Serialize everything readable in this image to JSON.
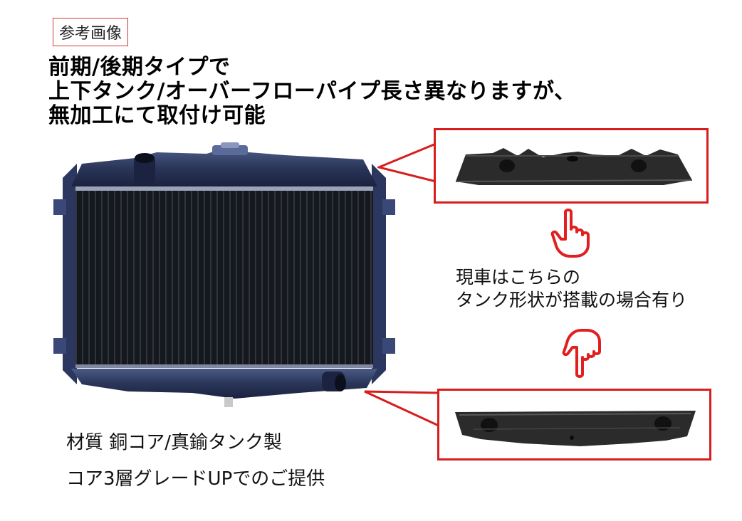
{
  "reference_label": "参考画像",
  "headline": {
    "line1": "前期/後期タイプで",
    "line2": "上下タンク/オーバーフローパイプ長さ異なりますが、",
    "line3": "無加工にて取付け可能"
  },
  "note": {
    "line1": "現車はこちらの",
    "line2": "タンク形状が搭載の場合有り"
  },
  "specs": {
    "material": "材質 銅コア/真鍮タンク製",
    "upgrade": "コア3層グレードUPでのご提供"
  },
  "colors": {
    "callout_red": "#d71d1d",
    "hand_red": "#e02020",
    "tank_dark": "#2b2b2b",
    "core_dark": "#1a1d24",
    "frame_blue": "#2d3d6b"
  },
  "icons": {
    "hand_up": "pointing-hand-up-icon",
    "hand_down": "pointing-hand-down-icon"
  }
}
